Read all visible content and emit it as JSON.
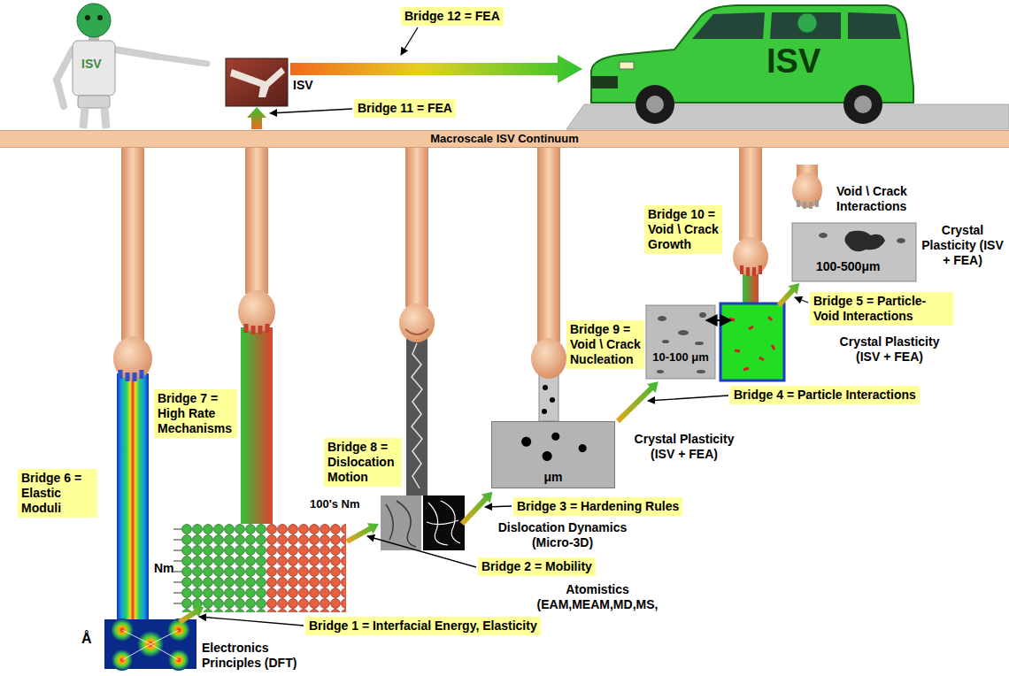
{
  "diagram": {
    "nodes": [
      {
        "text": [
          "Bridge 12 = FEA"
        ]
      },
      {
        "text": [
          "Bridge 11 = FEA"
        ]
      },
      {
        "text": [
          "Macroscale ISV Continuum"
        ]
      },
      {
        "text": [
          "Bridge 10 = Void \\ Crack Growth"
        ]
      },
      {
        "text": [
          "Bridge 9 = Void \\ Crack Nucleation"
        ]
      },
      {
        "text": [
          "Bridge 5 = Particle-Void Interactions"
        ]
      },
      {
        "text": [
          "Bridge 4 = Particle Interactions"
        ]
      },
      {
        "text": [
          "Bridge 8 = Dislocation Motion"
        ]
      },
      {
        "text": [
          "μm"
        ]
      },
      {
        "text": [
          "Bridge 7 = High Rate Mechanisms"
        ]
      },
      {
        "text": [
          "Bridge 3 = Hardening Rules"
        ]
      },
      {
        "text": [
          "Bridge 2 = Mobility"
        ]
      },
      {
        "text": [
          "Bridge 6 = Elastic Moduli"
        ]
      },
      {
        "text": [
          "Bridge 1 = Interfacial Energy, Elasticity"
        ]
      }
    ],
    "labels": [
      "ISV",
      "ISV",
      "ISV",
      "Void \\ Crack Interactions",
      "100-500μm",
      "Crystal Plasticity (ISV + FEA)",
      "Crystal Plasticity (ISV + FEA)",
      "10-100 μm",
      "Crystal Plasticity (ISV + FEA)",
      "100's Nm",
      "Dislocation Dynamics (Micro-3D)",
      "Nm",
      "Atomistics (EAM,MEAM,MD,MS,",
      "Å",
      "Electronics Principles (DFT)"
    ]
  }
}
